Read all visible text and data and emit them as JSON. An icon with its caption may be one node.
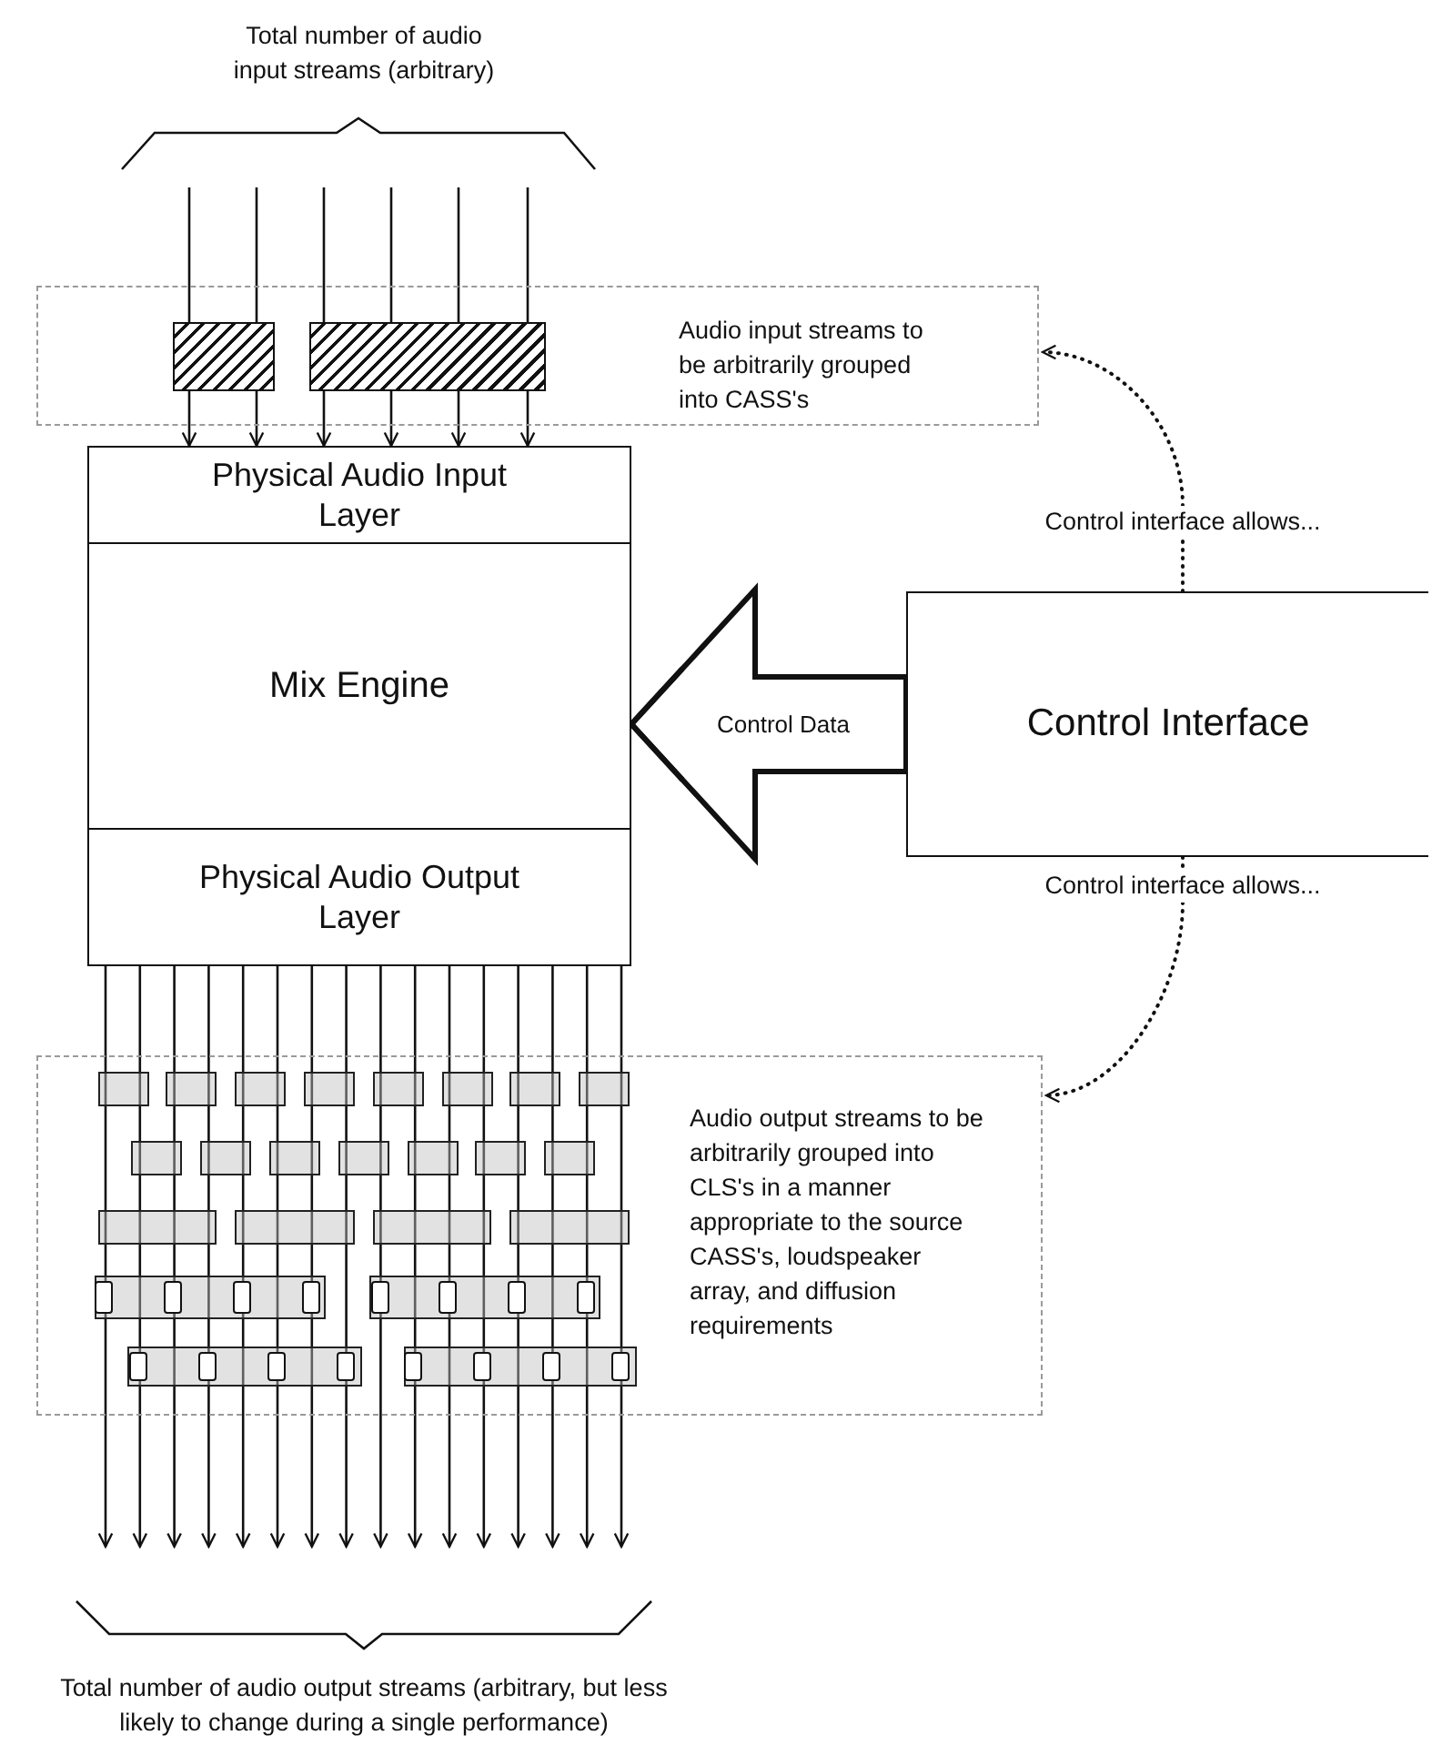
{
  "diagram": {
    "nodes": [
      {
        "text": [
          "Audio input streams to be arbitrarily grouped into CASS's"
        ]
      },
      {
        "text": [],
        "shape": "box",
        "in": 0
      },
      {
        "text": [],
        "shape": "box",
        "in": 0
      },
      {
        "text": [
          "Physical Audio Input Layer"
        ]
      },
      {
        "text": [
          "Mix Engine"
        ]
      },
      {
        "text": [
          "Physical Audio Output Layer"
        ]
      },
      {
        "text": [
          "Control Interface"
        ]
      },
      {
        "text": [
          "Control interface allows..."
        ]
      },
      {
        "text": [
          "Control interface allows..."
        ]
      },
      {
        "text": [
          "Audio output streams to be arbitrarily grouped into CLS's in a manner appropriate to the source CASS's, loudspeaker array, and diffusion requirements"
        ]
      },
      {
        "text": [],
        "shape": "box",
        "in": 9
      },
      {
        "text": [],
        "shape": "box",
        "in": 9
      },
      {
        "text": [],
        "shape": "box",
        "in": 9
      },
      {
        "text": [],
        "shape": "box",
        "in": 9
      },
      {
        "text": [],
        "shape": "box",
        "in": 9
      },
      {
        "text": [],
        "shape": "box",
        "in": 9
      },
      {
        "text": [],
        "shape": "box",
        "in": 9
      },
      {
        "text": [],
        "shape": "box",
        "in": 9
      },
      {
        "text": [],
        "shape": "box",
        "in": 9
      },
      {
        "text": [],
        "shape": "box",
        "in": 9
      },
      {
        "text": [],
        "shape": "box",
        "in": 9
      },
      {
        "text": [],
        "shape": "box",
        "in": 9
      },
      {
        "text": [],
        "shape": "box",
        "in": 9
      },
      {
        "text": [],
        "shape": "box",
        "in": 9
      },
      {
        "text": [],
        "shape": "box",
        "in": 9
      },
      {
        "text": [],
        "shape": "box",
        "in": 9
      },
      {
        "text": [],
        "shape": "box",
        "in": 9
      },
      {
        "text": [],
        "shape": "box",
        "in": 9
      },
      {
        "text": [],
        "shape": "box",
        "in": 9
      },
      {
        "text": [],
        "shape": "box",
        "in": 9
      },
      {
        "text": [],
        "shape": "box",
        "in": 9
      },
      {
        "text": [],
        "shape": "box",
        "in": 9
      },
      {
        "text": [],
        "shape": "box",
        "in": 9
      }
    ],
    "edges": [
      {
        "from": null,
        "to": 3,
        "arrow": "to"
      },
      {
        "from": null,
        "to": 3,
        "arrow": "to"
      },
      {
        "from": null,
        "to": 3,
        "arrow": "to"
      },
      {
        "from": null,
        "to": 3,
        "arrow": "to"
      },
      {
        "from": null,
        "to": 3,
        "arrow": "to"
      },
      {
        "from": null,
        "to": 3,
        "arrow": "to"
      },
      {
        "from": 5,
        "to": null,
        "arrow": "to"
      },
      {
        "from": 5,
        "to": null,
        "arrow": "to"
      },
      {
        "from": 5,
        "to": null,
        "arrow": "to"
      },
      {
        "from": 5,
        "to": null,
        "arrow": "to"
      },
      {
        "from": 5,
        "to": null,
        "arrow": "to"
      },
      {
        "from": 5,
        "to": null,
        "arrow": "to"
      },
      {
        "from": 5,
        "to": null,
        "arrow": "to"
      },
      {
        "from": 5,
        "to": null,
        "arrow": "to"
      },
      {
        "from": 5,
        "to": null,
        "arrow": "to"
      },
      {
        "from": 5,
        "to": null,
        "arrow": "to"
      },
      {
        "from": 5,
        "to": null,
        "arrow": "to"
      },
      {
        "from": 5,
        "to": null,
        "arrow": "to"
      },
      {
        "from": 5,
        "to": null,
        "arrow": "to"
      },
      {
        "from": 5,
        "to": null,
        "arrow": "to"
      },
      {
        "from": 5,
        "to": null,
        "arrow": "to"
      },
      {
        "from": 5,
        "to": null,
        "arrow": "to"
      },
      {
        "from": 6,
        "to": 4,
        "arrow": "to",
        "label": "Control Data",
        "style": "thick"
      },
      {
        "from": 6,
        "to": 7,
        "arrow": "none",
        "style": "dashed"
      },
      {
        "from": 7,
        "to": 0,
        "arrow": "to",
        "style": "dashed"
      },
      {
        "from": 6,
        "to": 8,
        "arrow": "none",
        "style": "dashed"
      },
      {
        "from": 8,
        "to": 9,
        "arrow": "to",
        "style": "dashed"
      }
    ],
    "labels": [
      "Total number of audio input streams (arbitrary)",
      "Total number of audio output streams (arbitrary, but less likely to change during a single performance)"
    ]
  }
}
